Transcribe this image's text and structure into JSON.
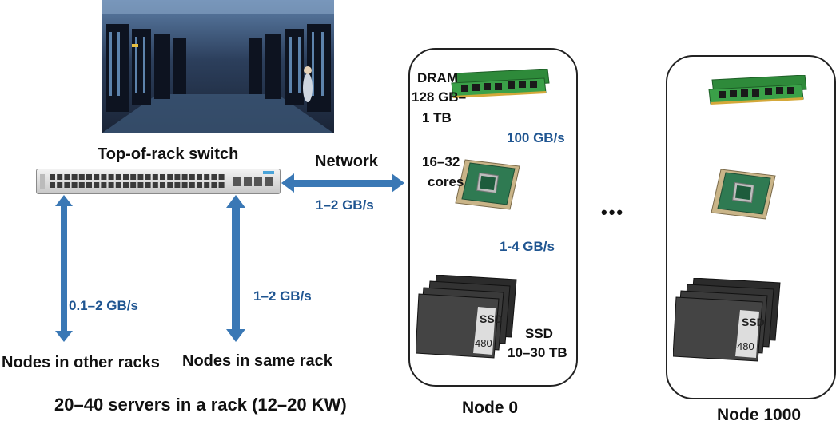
{
  "switch_label": "Top-of-rack switch",
  "network_label": "Network",
  "network_bw": "1–2 GB/s",
  "other_racks_bw": "0.1–2 GB/s",
  "same_rack_bw": "1–2 GB/s",
  "other_racks_label": "Nodes in other racks",
  "same_rack_label": "Nodes in same rack",
  "rack_summary": "20–40 servers in a rack (12–20 KW)",
  "ellipsis": "•••",
  "node0": {
    "label": "Node 0",
    "dram_lines": [
      "DRAM",
      "128 GB–",
      "1 TB"
    ],
    "dram_bw": "100 GB/s",
    "cpu_lines": [
      "16–32",
      "cores"
    ],
    "ssd_bw": "1-4 GB/s",
    "ssd_lines": [
      "SSD",
      "10–30 TB"
    ]
  },
  "node1000": {
    "label": "Node 1000"
  },
  "ssd_chip_text": "SSD",
  "ssd_chip_cap": "480",
  "colors": {
    "arrow": "#3a78b5",
    "bandwidth_text": "#1f5591",
    "box_border": "#222222"
  }
}
